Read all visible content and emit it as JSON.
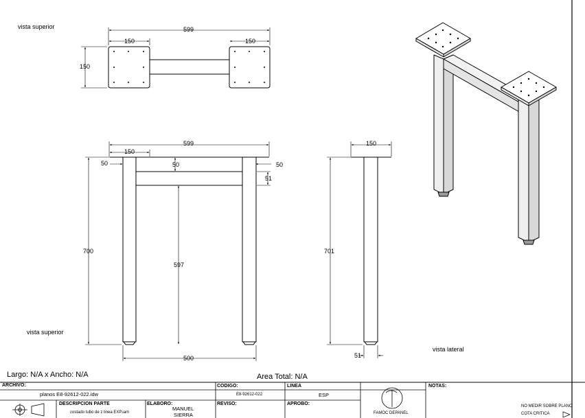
{
  "views": {
    "top_label": "vista superior",
    "front_label": "vista superior",
    "side_label": "vista lateral"
  },
  "dimensions": {
    "top_width": "599",
    "top_plate_left": "150",
    "top_plate_right": "150",
    "top_depth": "150",
    "front_width": "599",
    "front_plate": "150",
    "front_leg_left": "50",
    "front_inner": "50",
    "front_leg_right": "50",
    "front_beam": "51",
    "front_height": "700",
    "front_inner_height": "597",
    "front_base": "500",
    "side_width": "150",
    "side_height": "701",
    "side_foot": "51"
  },
  "info": {
    "size": "Largo: N/A x Ancho: N/A",
    "area": "Area Total: N/A"
  },
  "title_block": {
    "archivo_label": "ARCHIVO:",
    "archivo_value": "planos E8-92612-022.idw",
    "descripcion_label": "DESCRIPCION PARTE",
    "descripcion_value": "costado tubo de z linea EXP.iam",
    "codigo_label": "CODIGO:",
    "codigo_value": "E8-92612-022",
    "linea_label": "LINEA",
    "linea_value": "ESP",
    "elaboro_label": "ELABORO:",
    "elaboro_value_1": "MANUEL",
    "elaboro_value_2": "SIERRA",
    "reviso_label": "REVISO:",
    "aprobo_label": "APROBO:",
    "notas_label": "NOTAS:",
    "company": "FAMOC DEPANEL",
    "note_1": "NO MEDIR SOBRE PLANO",
    "note_2": "COTA CRITICA"
  }
}
